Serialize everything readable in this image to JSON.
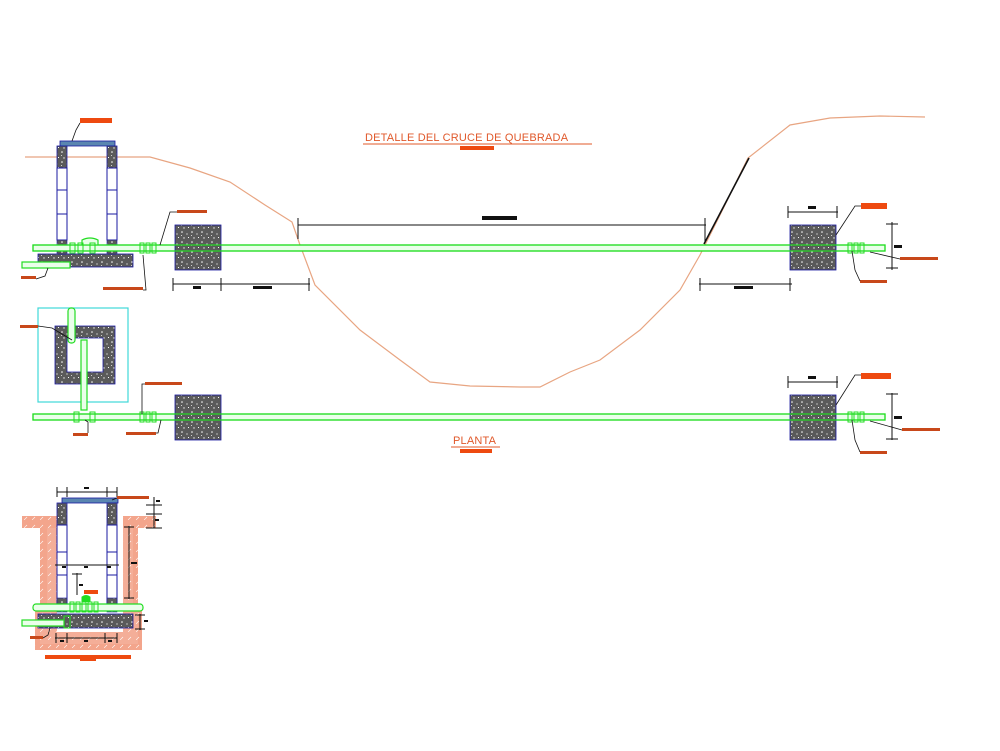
{
  "drawing": {
    "title_section": "DETALLE DEL CRUCE DE QUEBRADA",
    "title_plan": "PLANTA",
    "views": [
      {
        "id": "section",
        "label": "DETALLE DEL CRUCE DE QUEBRADA"
      },
      {
        "id": "plan",
        "label": "PLANTA"
      },
      {
        "id": "chamber-detail",
        "label": ""
      }
    ],
    "labels_redacted": true
  },
  "colors": {
    "background": "#ffffff",
    "pipe": "#22dd22",
    "pipe_fill": "#eaffea",
    "terrain": "#e8a582",
    "concrete": "#5a5a5a",
    "concrete_outline": "#1a1aa0",
    "masonry": "#1a1aa0",
    "cover": "#5a86b0",
    "label_tag": "#ee4a10",
    "label_tag_dark": "#c8481a",
    "leader": "#111111",
    "dimension": "#111111",
    "plan_frame": "#40d8d8",
    "excavation": "#f3a58c"
  }
}
